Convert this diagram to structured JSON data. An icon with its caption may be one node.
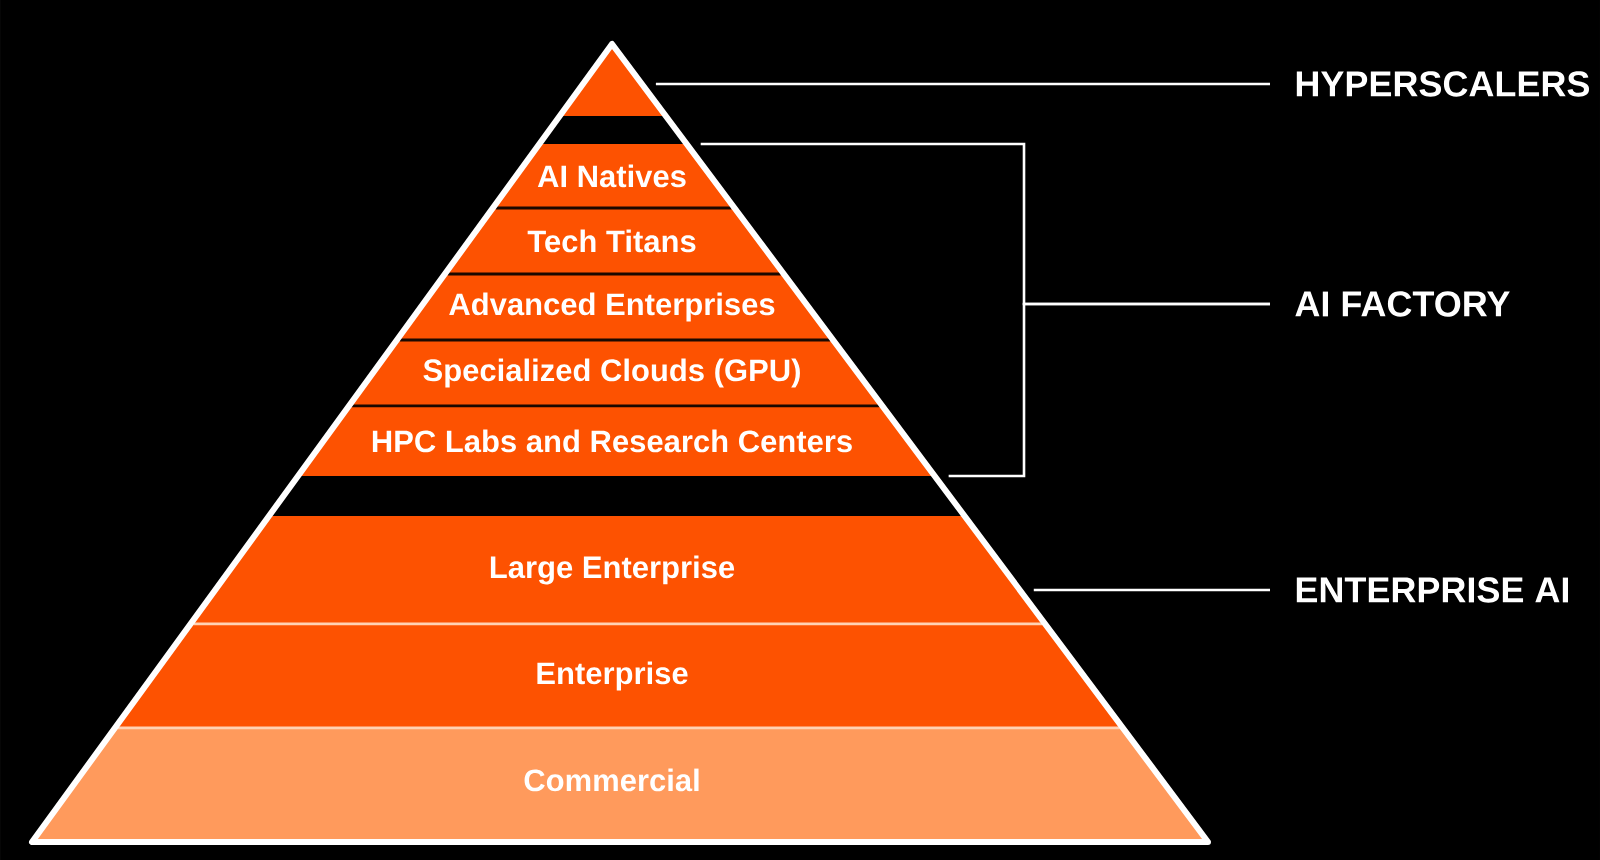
{
  "diagram": {
    "nodes": [
      {
        "text": [],
        "shape": "triangle"
      },
      {
        "text": [
          "AI Natives"
        ]
      },
      {
        "text": [
          "Tech Titans"
        ]
      },
      {
        "text": [
          "Advanced Enterprises"
        ]
      },
      {
        "text": [
          "Specialized Clouds (GPU)"
        ]
      },
      {
        "text": [
          "HPC Labs and Research Centers"
        ]
      },
      {
        "text": [
          "Large Enterprise"
        ]
      },
      {
        "text": [
          "Enterprise"
        ]
      },
      {
        "text": [
          "Commercial"
        ]
      },
      {
        "text": [
          "HYPERSCALERS"
        ]
      },
      {
        "text": [
          "AI FACTORY"
        ]
      },
      {
        "text": [
          "ENTERPRISE AI"
        ]
      }
    ],
    "edges": [
      {
        "from": 0,
        "to": 9,
        "arrow": "none"
      },
      {
        "from": 1,
        "to": 10,
        "arrow": "none"
      },
      {
        "from": 5,
        "to": 10,
        "arrow": "none"
      },
      {
        "from": 6,
        "to": 11,
        "arrow": "none"
      }
    ]
  }
}
